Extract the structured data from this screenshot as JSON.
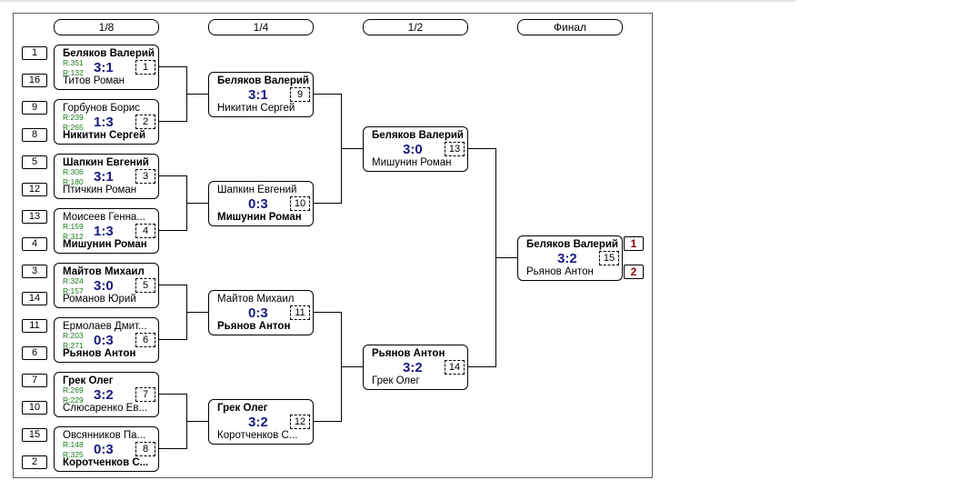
{
  "rounds": [
    "1/8",
    "1/4",
    "1/2",
    "Финал"
  ],
  "round1": [
    {
      "top_seed": "1",
      "bot_seed": "16",
      "top": "Беляков Валерий",
      "top_w": true,
      "top_r": "R:351",
      "bot": "Титов Роман",
      "bot_w": false,
      "bot_r": "R:132",
      "score": "3:1",
      "num": "1"
    },
    {
      "top_seed": "9",
      "bot_seed": "8",
      "top": "Горбунов Борис",
      "top_w": false,
      "top_r": "R:239",
      "bot": "Никитин Сергей",
      "bot_w": true,
      "bot_r": "R:265",
      "score": "1:3",
      "num": "2"
    },
    {
      "top_seed": "5",
      "bot_seed": "12",
      "top": "Шапкин Евгений",
      "top_w": true,
      "top_r": "R:306",
      "bot": "Птичкин Роман",
      "bot_w": false,
      "bot_r": "R:180",
      "score": "3:1",
      "num": "3"
    },
    {
      "top_seed": "13",
      "bot_seed": "4",
      "top": "Моисеев Генна...",
      "top_w": false,
      "top_r": "R:159",
      "bot": "Мишунин Роман",
      "bot_w": true,
      "bot_r": "R:312",
      "score": "1:3",
      "num": "4"
    },
    {
      "top_seed": "3",
      "bot_seed": "14",
      "top": "Майтов Михаил",
      "top_w": true,
      "top_r": "R:324",
      "bot": "Романов Юрий",
      "bot_w": false,
      "bot_r": "R:157",
      "score": "3:0",
      "num": "5"
    },
    {
      "top_seed": "11",
      "bot_seed": "6",
      "top": "Ермолаев Дмит...",
      "top_w": false,
      "top_r": "R:203",
      "bot": "Рьянов Антон",
      "bot_w": true,
      "bot_r": "R:271",
      "score": "0:3",
      "num": "6"
    },
    {
      "top_seed": "7",
      "bot_seed": "10",
      "top": "Грек Олег",
      "top_w": true,
      "top_r": "R:269",
      "bot": "Слюсаренко Ев...",
      "bot_w": false,
      "bot_r": "R:229",
      "score": "3:2",
      "num": "7"
    },
    {
      "top_seed": "15",
      "bot_seed": "2",
      "top": "Овсянников Па...",
      "top_w": false,
      "top_r": "R:148",
      "bot": "Коротченков С...",
      "bot_w": true,
      "bot_r": "R:325",
      "score": "0:3",
      "num": "8"
    }
  ],
  "round2": [
    {
      "top": "Беляков Валерий",
      "top_w": true,
      "bot": "Никитин Сергей",
      "bot_w": false,
      "score": "3:1",
      "num": "9"
    },
    {
      "top": "Шапкин Евгений",
      "top_w": false,
      "bot": "Мишунин Роман",
      "bot_w": true,
      "score": "0:3",
      "num": "10"
    },
    {
      "top": "Майтов Михаил",
      "top_w": false,
      "bot": "Рьянов Антон",
      "bot_w": true,
      "score": "0:3",
      "num": "11"
    },
    {
      "top": "Грек Олег",
      "top_w": true,
      "bot": "Коротченков С...",
      "bot_w": false,
      "score": "3:2",
      "num": "12"
    }
  ],
  "round3": [
    {
      "top": "Беляков Валерий",
      "top_w": true,
      "bot": "Мишунин Роман",
      "bot_w": false,
      "score": "3:0",
      "num": "13"
    },
    {
      "top": "Рьянов Антон",
      "top_w": true,
      "bot": "Грек Олег",
      "bot_w": false,
      "score": "3:2",
      "num": "14"
    }
  ],
  "final": [
    {
      "top": "Беляков Валерий",
      "top_w": true,
      "bot": "Рьянов Антон",
      "bot_w": false,
      "score": "3:2",
      "num": "15"
    }
  ],
  "places": [
    "1",
    "2"
  ],
  "colors": {
    "score": "#1a1a80",
    "rating": "#1a7a1a",
    "place": "#8b0000",
    "frame": "#5a5a5a"
  }
}
